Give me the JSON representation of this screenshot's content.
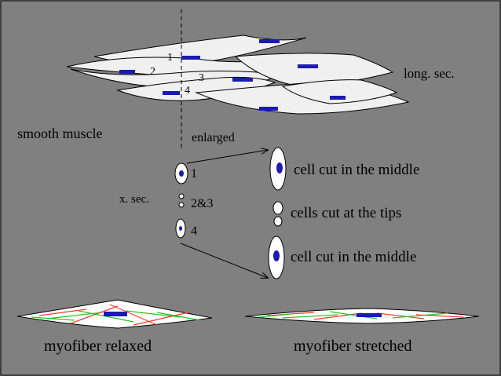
{
  "colors": {
    "background": "#808080",
    "cell_fill": "#f0f0f0",
    "nucleus": "#1a1ab4",
    "outline": "#000000",
    "myofilament_red": "#ff3b2f",
    "myofilament_green": "#22c522"
  },
  "labels": {
    "long_sec": "long. sec.",
    "smooth_muscle": "smooth muscle",
    "enlarged": "enlarged",
    "x_sec": "x. sec.",
    "num_1": "1",
    "num_2": "2",
    "num_3": "3",
    "num_4": "4",
    "xsec_1": "1",
    "xsec_23": "2&3",
    "xsec_4": "4",
    "cell_cut_middle_top": "cell cut in the middle",
    "cells_cut_tips": "cells cut at the tips",
    "cell_cut_middle_bottom": "cell cut in the middle",
    "myofiber_relaxed": "myofiber relaxed",
    "myofiber_stretched": "myofiber stretched"
  }
}
